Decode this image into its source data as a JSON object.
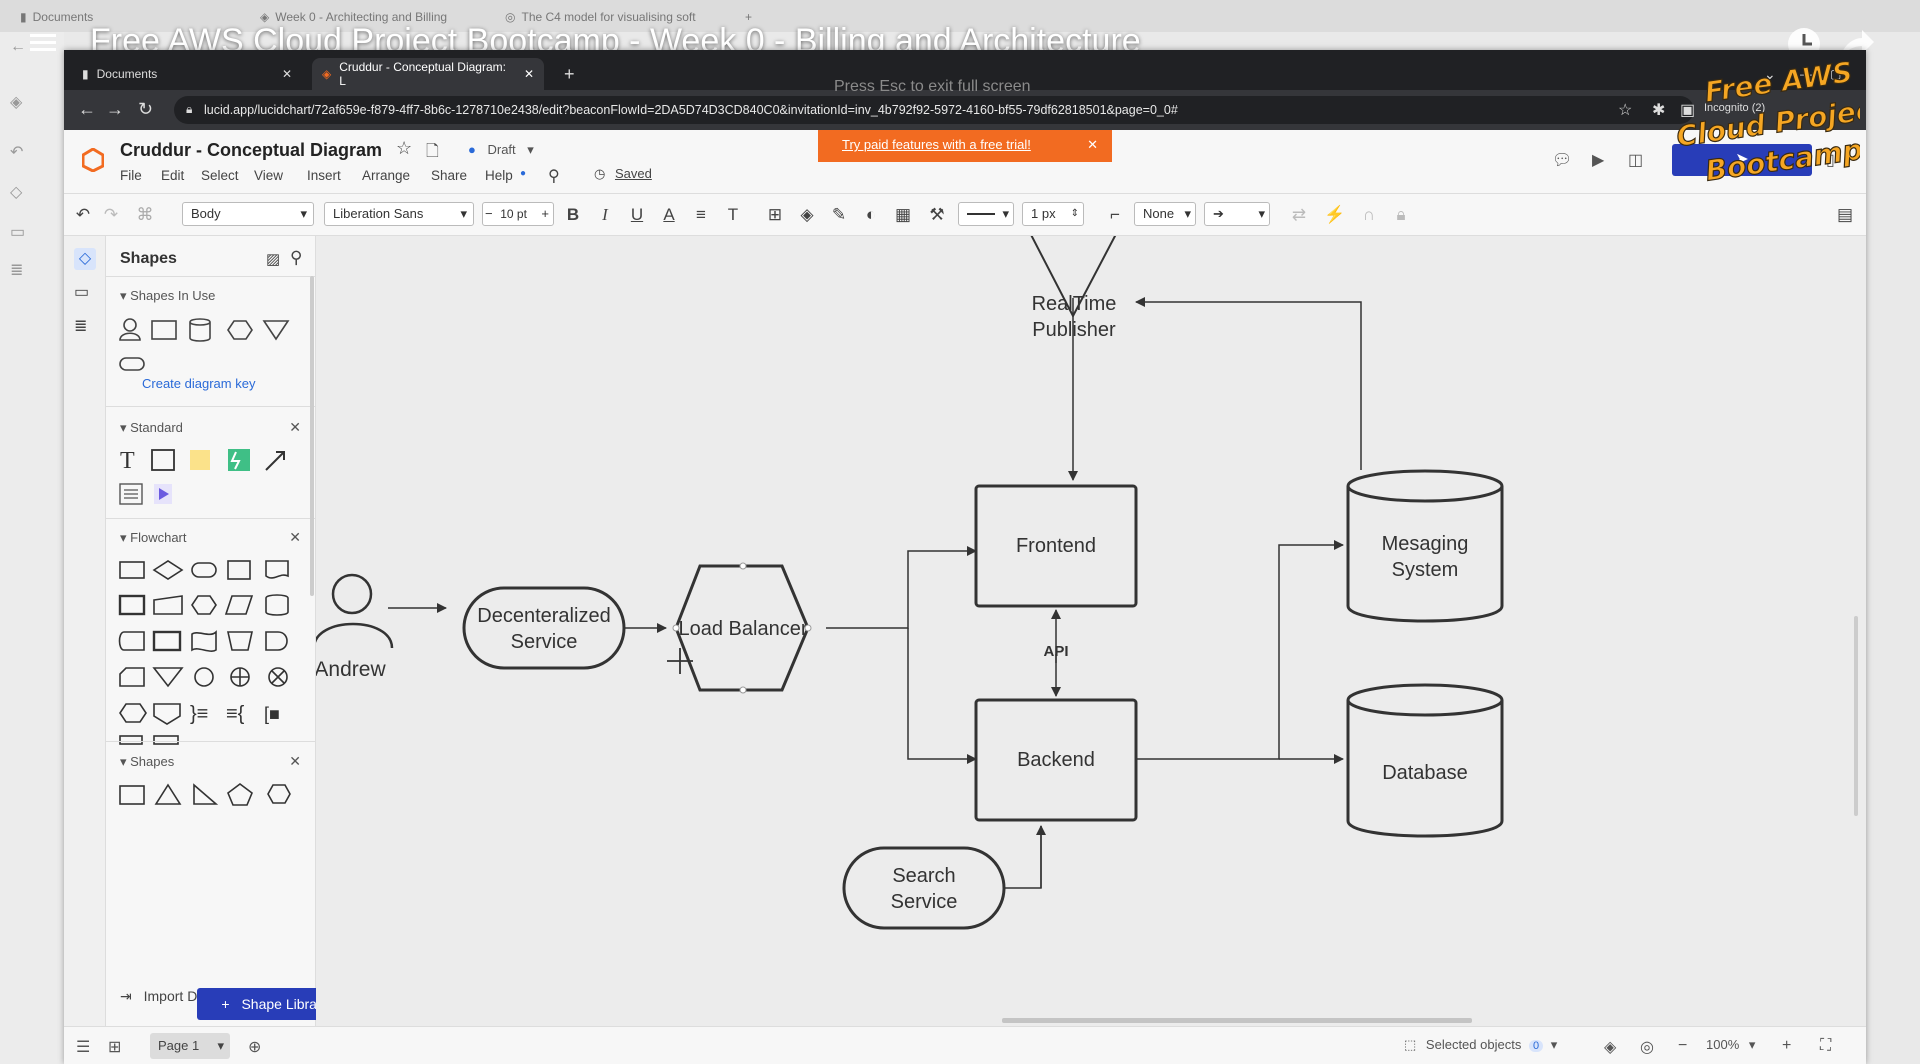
{
  "video": {
    "title": "Free AWS Cloud Project Bootcamp - Week 0 - Billing and Architecture"
  },
  "outer_tabs": [
    "Documents",
    "Week 0 - Architecting and Billing",
    "The C4 model for visualising soft"
  ],
  "browser": {
    "tabs": [
      "Documents",
      "Cruddur - Conceptual Diagram: L"
    ],
    "url": "lucid.app/lucidchart/72af659e-f879-4ff7-8b6c-1278710e2438/edit?beaconFlowId=2DA5D74D3CD840C0&invitationId=inv_4b792f92-5972-4160-bf55-79df62818501&page=0_0#",
    "esc_hint": "Press  Esc  to exit full screen",
    "incognito": "Incognito (2)"
  },
  "document": {
    "title": "Cruddur - Conceptual Diagram",
    "status": "Draft",
    "saved": "Saved",
    "menus": [
      "File",
      "Edit",
      "Select",
      "View",
      "Insert",
      "Arrange",
      "Share",
      "Help"
    ],
    "promo": "Try paid features with a free trial!"
  },
  "toolbar": {
    "style": "Body",
    "font": "Liberation Sans",
    "font_size": "10 pt",
    "line_width": "1 px",
    "arrow_start": "None"
  },
  "panel": {
    "title": "Shapes",
    "sections": {
      "in_use": "Shapes In Use",
      "create_key": "Create diagram key",
      "standard": "Standard",
      "flowchart": "Flowchart",
      "shapes": "Shapes"
    },
    "shape_library": "Shape Library",
    "import_data": "Import Data"
  },
  "diagram": {
    "nodes": {
      "realtime": [
        "RealTime",
        "Publisher"
      ],
      "andrew": "Andrew",
      "decentralized": [
        "Decenteralized",
        "Service"
      ],
      "load_balancer": "Load Balancer",
      "frontend": "Frontend",
      "backend": "Backend",
      "messaging": [
        "Mesaging",
        "System"
      ],
      "database": "Database",
      "search": [
        "Search",
        "Service"
      ],
      "api_label": "API"
    }
  },
  "bottom": {
    "page": "Page 1",
    "selected_objects": "Selected objects",
    "selected_count": "0",
    "zoom": "100%"
  },
  "logo": {
    "lines": [
      "Free AWS",
      "Cloud Project",
      "Bootcamp"
    ]
  },
  "colors": {
    "promo": "#f26b21",
    "primary": "#283db8",
    "logo": "#f5a623"
  }
}
